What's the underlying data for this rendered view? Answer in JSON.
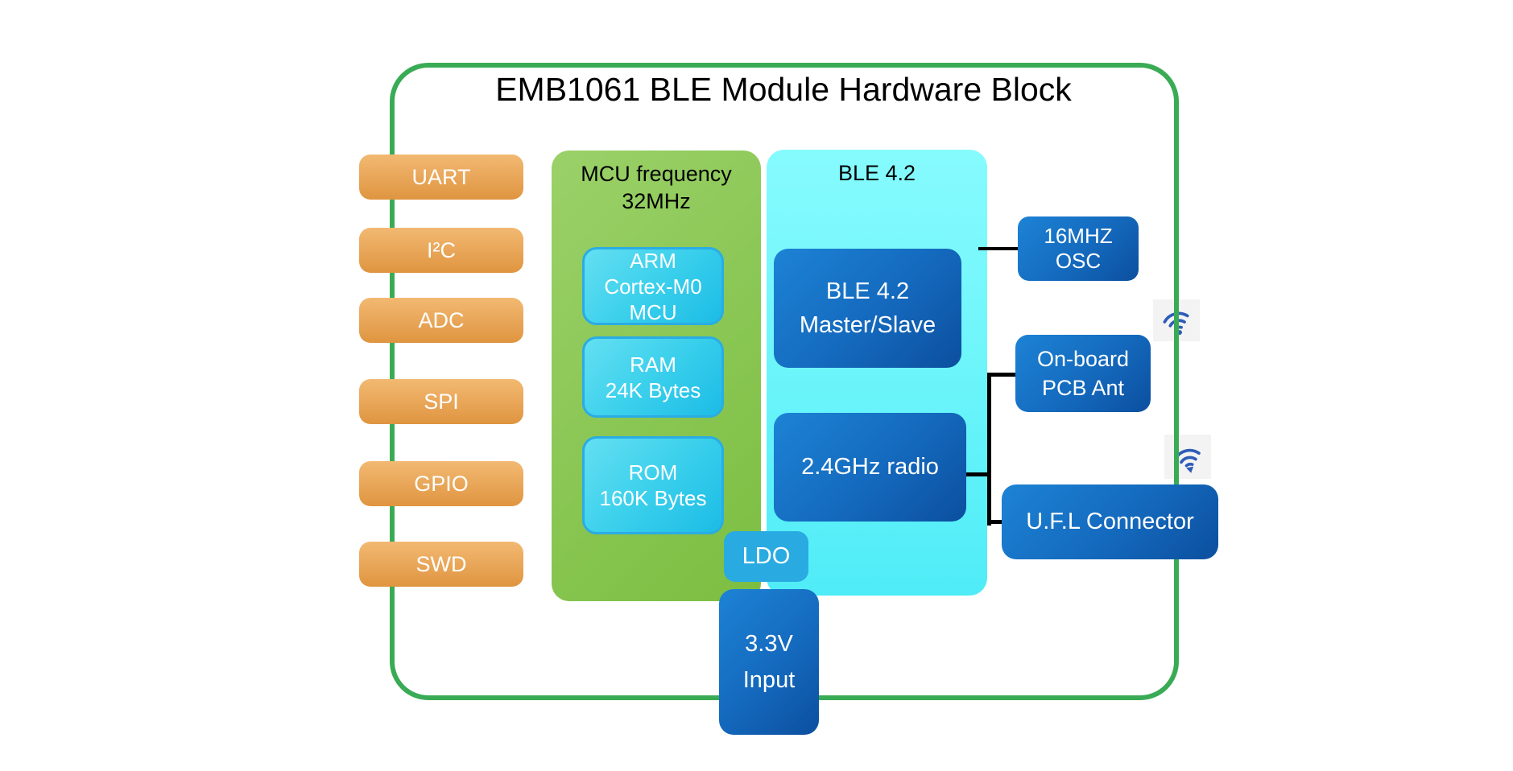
{
  "title": "EMB1061 BLE Module Hardware Block",
  "peripherals": [
    {
      "label": "UART"
    },
    {
      "label": "I²C"
    },
    {
      "label": "ADC"
    },
    {
      "label": "SPI"
    },
    {
      "label": "GPIO"
    },
    {
      "label": "SWD"
    }
  ],
  "mcu_block": {
    "title_line1": "MCU frequency",
    "title_line2": "32MHz",
    "arm": {
      "line1": "ARM",
      "line2": "Cortex-M0",
      "line3": "MCU"
    },
    "ram": {
      "line1": "RAM",
      "line2": "24K Bytes"
    },
    "rom": {
      "line1": "ROM",
      "line2": "160K Bytes"
    }
  },
  "ble_block": {
    "title": "BLE 4.2",
    "master": {
      "line1": "BLE 4.2",
      "line2": "Master/Slave"
    },
    "radio": {
      "label": "2.4GHz radio"
    }
  },
  "right_column": {
    "osc": {
      "line1": "16MHZ",
      "line2": "OSC"
    },
    "pcb_ant": {
      "line1": "On-board",
      "line2": "PCB Ant"
    },
    "ufl": {
      "label": "U.F.L Connector"
    }
  },
  "power": {
    "ldo": {
      "label": "LDO"
    },
    "input": {
      "line1": "3.3V",
      "line2": "Input"
    }
  },
  "icons": {
    "wifi_top": "wifi-icon",
    "wifi_bottom": "wifi-icon"
  },
  "colors": {
    "outline_green": "#3aab55",
    "orange_top": "#f2b972",
    "orange_bottom": "#df9540",
    "panel_green": "#89c653",
    "panel_cyan": "#6cf5fa",
    "chip_cyan": "#3bd0ec",
    "chip_cyan_border": "#2aace4",
    "block_blue_light": "#1d83d5",
    "block_blue_dark": "#0c4f9f",
    "ldo_blue": "#29abe2",
    "connector_black": "#000000",
    "wifi_blue": "#2e5cb8"
  }
}
